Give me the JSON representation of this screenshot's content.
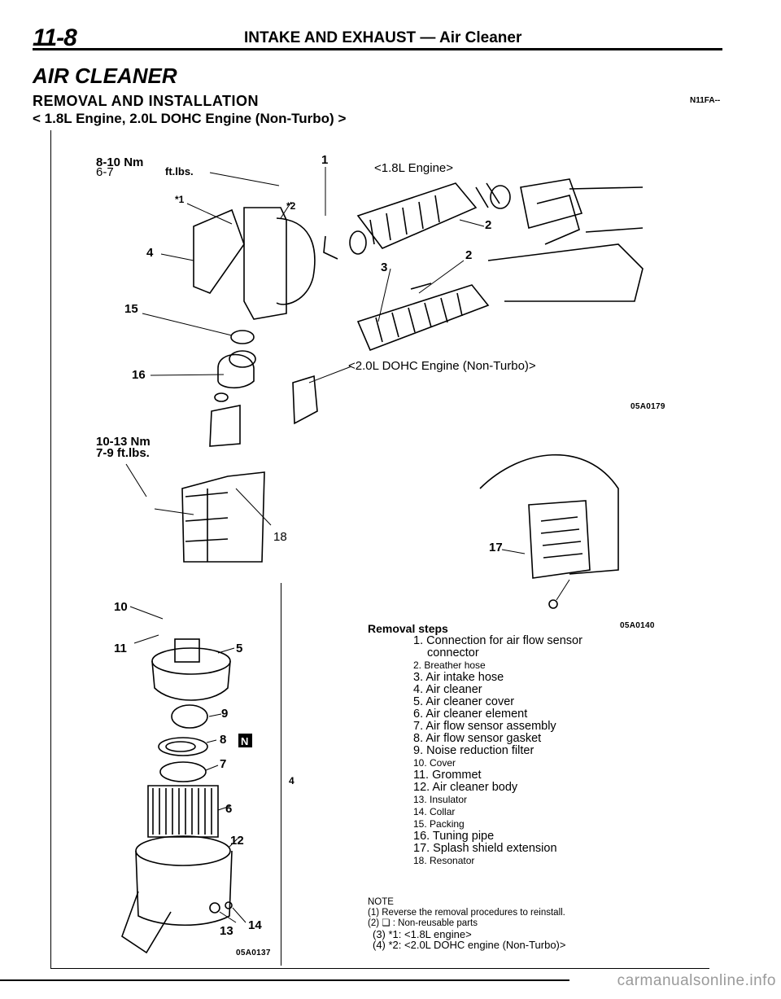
{
  "header": {
    "page_number": "11-8",
    "section_title": "INTAKE AND EXHAUST — Air Cleaner"
  },
  "title": "AIR CLEANER",
  "subtitle": "REMOVAL AND INSTALLATION",
  "engine_line": "< 1.8L Engine, 2.0L DOHC Engine (Non-Turbo) >",
  "ref_code": "N11FA--",
  "upper_figure": {
    "torque_top_nm": "8-10 Nm",
    "torque_top_ftlbs_value": "6-7",
    "torque_top_ftlbs_unit": "ft.lbs.",
    "torque_mid_nm": "10-13 Nm",
    "torque_mid_ftlbs": "7-9 ft.lbs.",
    "caption_18": "<1.8L  Engine>",
    "caption_20": "<2.0L  DOHC Engine (Non-Turbo)>",
    "image_code": "05A0179",
    "callouts": {
      "c1": "1",
      "star1": "*1",
      "star2": "*2",
      "c2a": "2",
      "c2b": "2",
      "c3": "3",
      "c4": "4",
      "c15": "15",
      "c16": "16",
      "c18": "18"
    }
  },
  "right_figure": {
    "callout": "17",
    "image_code": "05A0140"
  },
  "lower_figure": {
    "callouts": {
      "c10": "10",
      "c11": "11",
      "c5": "5",
      "c9": "9",
      "c8": "8",
      "c7": "7",
      "c6": "6",
      "c12": "12",
      "c13": "13",
      "c14": "14",
      "c4": "4"
    },
    "image_code": "05A0137"
  },
  "removal": {
    "heading": "Removal  steps",
    "steps": [
      "1. Connection for air flow sensor",
      "connector",
      "2.  Breather  hose",
      "3. Air intake hose",
      "4. Air cleaner",
      "5. Air cleaner cover",
      "6. Air cleaner element",
      "7. Air flow sensor assembly",
      "8. Air flow sensor gasket",
      "9. Noise reduction filter",
      "10.  Cover",
      "11.  Grommet",
      "12. Air cleaner body",
      "13.  Insulator",
      "14.  Collar",
      "15.  Packing",
      "16.  Tuning pipe",
      "17. Splash shield extension",
      "18.  Resonator"
    ]
  },
  "note": {
    "heading": "NOTE",
    "lines": [
      "(1) Reverse the removal procedures to reinstall.",
      "(2)  ❏  :  Non-reusable  parts",
      "(3)  *1: <1.8L  engine>",
      "(4)  *2: <2.0L  DOHC engine (Non-Turbo)>"
    ]
  },
  "footer_watermark": "carmanualsonline.info"
}
